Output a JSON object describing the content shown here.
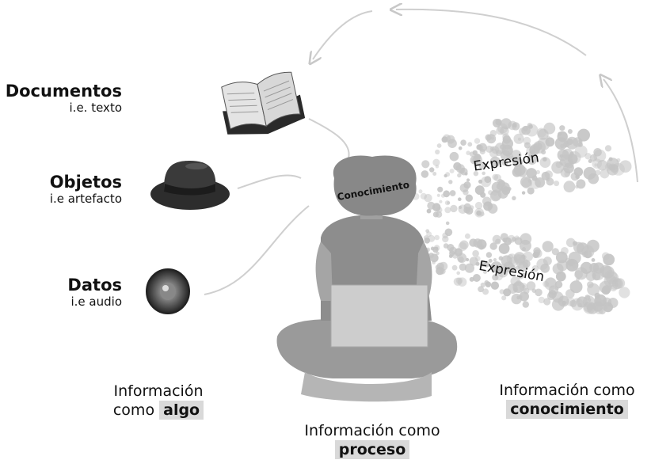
{
  "items": [
    {
      "title": "Documentos",
      "sub": "i.e. texto",
      "icon": "book-icon"
    },
    {
      "title": "Objetos",
      "sub": "i.e artefacto",
      "icon": "hat-icon"
    },
    {
      "title": "Datos",
      "sub": "i.e audio",
      "icon": "speaker-icon"
    }
  ],
  "person": {
    "head_label": "Conocimiento",
    "figure": "seated-person-with-laptop"
  },
  "expressions": [
    "Expresión",
    "Expresión"
  ],
  "captions": {
    "algo": {
      "line1": "Información",
      "pre": "como",
      "highlight": "algo"
    },
    "proceso": {
      "line1": "Información como",
      "highlight": "proceso"
    },
    "conocimiento": {
      "line1": "Información como",
      "highlight": "conocimiento"
    }
  },
  "colors": {
    "dots": "#c4c4c4",
    "person": "#9a9a9a",
    "arrows": "#cfcfcf",
    "highlight": "#d9d9d9"
  }
}
